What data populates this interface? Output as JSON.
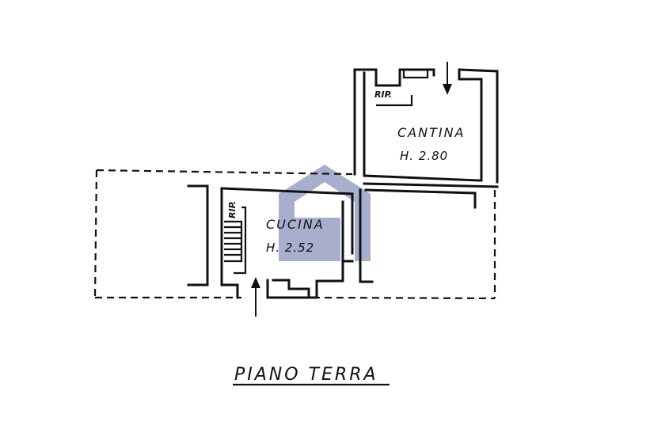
{
  "rooms": {
    "cantina": {
      "name": "CANTINA",
      "height": "H. 2.80"
    },
    "cucina": {
      "name": "CUCINA",
      "height": "H. 2.52"
    }
  },
  "ripostiglio_labels": [
    "RIP.",
    "RIP."
  ],
  "floor_title": "PIANO TERRA",
  "colors": {
    "lines": "#111111",
    "watermark": "#5f6ea3",
    "background": "#ffffff"
  }
}
